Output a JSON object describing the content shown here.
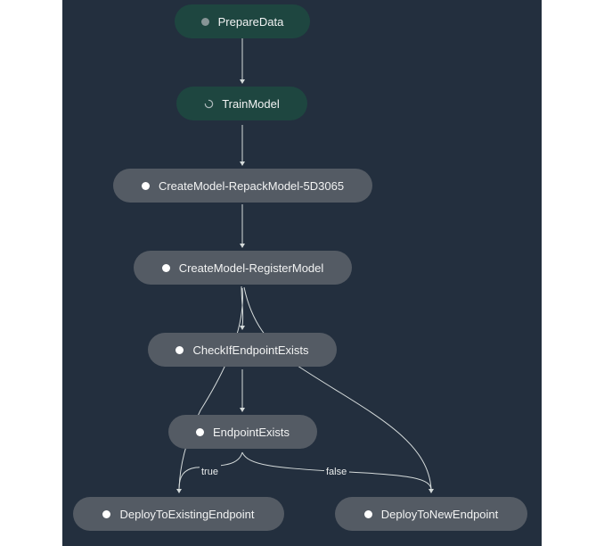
{
  "nodes": {
    "prepare": {
      "label": "PrepareData",
      "status": "succeeded"
    },
    "train": {
      "label": "TrainModel",
      "status": "executing"
    },
    "repack": {
      "label": "CreateModel-RepackModel-5D3065",
      "status": "pending"
    },
    "register": {
      "label": "CreateModel-RegisterModel",
      "status": "pending"
    },
    "check": {
      "label": "CheckIfEndpointExists",
      "status": "pending"
    },
    "exists": {
      "label": "EndpointExists",
      "status": "pending"
    },
    "deploy_existing": {
      "label": "DeployToExistingEndpoint",
      "status": "pending"
    },
    "deploy_new": {
      "label": "DeployToNewEndpoint",
      "status": "pending"
    }
  },
  "edge_labels": {
    "true": "true",
    "false": "false"
  },
  "colors": {
    "canvas": "#232f3e",
    "node_default": "#545b64",
    "node_active": "#1e4640",
    "edge": "#d5dbdb"
  }
}
